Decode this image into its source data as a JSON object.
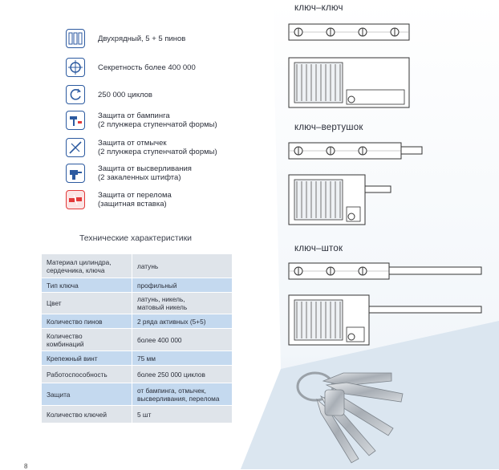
{
  "features": [
    {
      "icon": "double-row-pins-icon",
      "lines": [
        "Двухрядный, 5 + 5 пинов"
      ]
    },
    {
      "icon": "crosshair-target-icon",
      "lines": [
        "Секретность более 400 000"
      ]
    },
    {
      "icon": "cycle-arrows-icon",
      "lines": [
        "250 000 циклов"
      ]
    },
    {
      "icon": "bumping-hammer-icon",
      "lines": [
        "Защита от бампинга",
        "(2 плунжера ступенчатой формы)"
      ]
    },
    {
      "icon": "lockpick-icon",
      "lines": [
        "Защита от отмычек",
        "(2 плунжера ступенчатой формы)"
      ]
    },
    {
      "icon": "drill-icon",
      "lines": [
        "Защита от высверливания",
        "(2 закаленных штифта)"
      ]
    },
    {
      "icon": "breaking-icon",
      "lines": [
        "Защита от перелома",
        "(защитная вставка)"
      ]
    }
  ],
  "specs_title": "Технические характеристики",
  "specs": [
    {
      "k": [
        "Материал цилиндра,",
        "сердечника, ключа"
      ],
      "v": [
        "латунь"
      ]
    },
    {
      "k": [
        "Тип ключа"
      ],
      "v": [
        "профильный"
      ]
    },
    {
      "k": [
        "Цвет"
      ],
      "v": [
        "латунь, никель,",
        "матовый никель"
      ]
    },
    {
      "k": [
        "Количество пинов"
      ],
      "v": [
        "2 ряда активных (5+5)"
      ]
    },
    {
      "k": [
        "Количество",
        "комбинаций"
      ],
      "v": [
        "более 400 000"
      ]
    },
    {
      "k": [
        "Крепежный винт"
      ],
      "v": [
        "75 мм"
      ]
    },
    {
      "k": [
        "Работоспособность"
      ],
      "v": [
        "более 250 000 циклов"
      ]
    },
    {
      "k": [
        "Защита"
      ],
      "v": [
        "от бампинга, отмычек,",
        "высверливания, перелома"
      ]
    },
    {
      "k": [
        "Количество ключей"
      ],
      "v": [
        "5 шт"
      ]
    }
  ],
  "cylinders": {
    "key_key": "ключ–ключ",
    "key_knob": "ключ–вертушок",
    "key_rod": "ключ–шток"
  },
  "page_number": "8",
  "colors": {
    "accent": "#2c5aa0",
    "row_blue": "#c4d9ef",
    "row_gray": "#dfe4ea",
    "red": "#e23a3a",
    "bg_panel": "#dfe9f3"
  }
}
